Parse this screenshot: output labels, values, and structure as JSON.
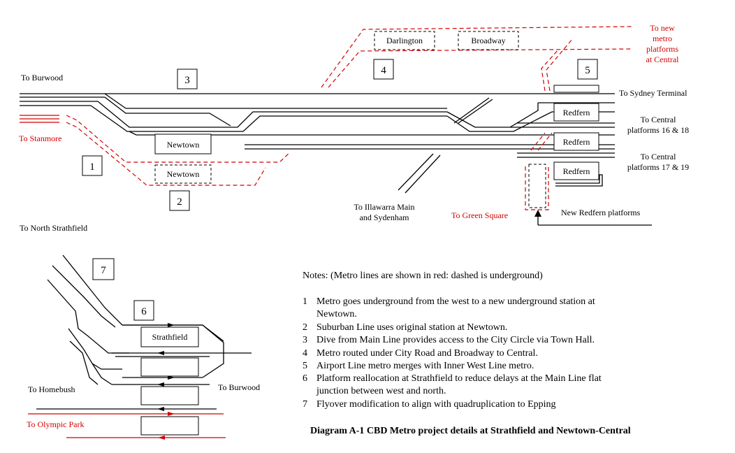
{
  "labels": {
    "to_burwood": "To Burwood",
    "to_stanmore": "To Stanmore",
    "to_north_strathfield": "To North Strathfield",
    "to_illawarra": [
      "To Illawarra Main",
      "and Sydenham"
    ],
    "to_green_square": "To Green Square",
    "new_redfern": "New Redfern platforms",
    "to_sydney_terminal": "To Sydney Terminal",
    "to_central_16_18": [
      "To Central",
      "platforms 16 & 18"
    ],
    "to_central_17_19": [
      "To Central",
      "platforms 17 & 19"
    ],
    "to_new_metro": [
      "To new",
      "metro",
      "platforms",
      "at Central"
    ],
    "to_homebush": "To Homebush",
    "to_burwood_2": "To Burwood",
    "to_olympic_park": "To Olympic Park"
  },
  "stations": {
    "darlington": "Darlington",
    "broadway": "Broadway",
    "newtown": "Newtown",
    "newtown_metro": "Newtown",
    "redfern": "Redfern",
    "strathfield": "Strathfield"
  },
  "callouts": [
    "1",
    "2",
    "3",
    "4",
    "5",
    "6",
    "7"
  ],
  "notes": {
    "heading": "Notes:  (Metro lines are shown in red: dashed is underground)",
    "items": [
      {
        "num": "1",
        "lines": [
          "Metro goes underground from the west to a new underground station at",
          "Newtown."
        ]
      },
      {
        "num": "2",
        "lines": [
          "Suburban Line uses original station at Newtown."
        ]
      },
      {
        "num": "3",
        "lines": [
          "Dive from Main Line provides access to the City Circle via Town Hall."
        ]
      },
      {
        "num": "4",
        "lines": [
          "Metro routed under City Road and Broadway to Central."
        ]
      },
      {
        "num": "5",
        "lines": [
          "Airport Line metro merges with Inner West Line metro."
        ]
      },
      {
        "num": "6",
        "lines": [
          "Platform reallocation at Strathfield to reduce delays at the Main Line flat",
          "junction between west and north."
        ]
      },
      {
        "num": "7",
        "lines": [
          "Flyover modification to align with quadruplication to Epping"
        ]
      }
    ]
  },
  "caption": "Diagram A-1  CBD Metro project details at Strathfield and Newtown-Central",
  "colors": {
    "metro": "#d40000",
    "track": "#000000"
  }
}
